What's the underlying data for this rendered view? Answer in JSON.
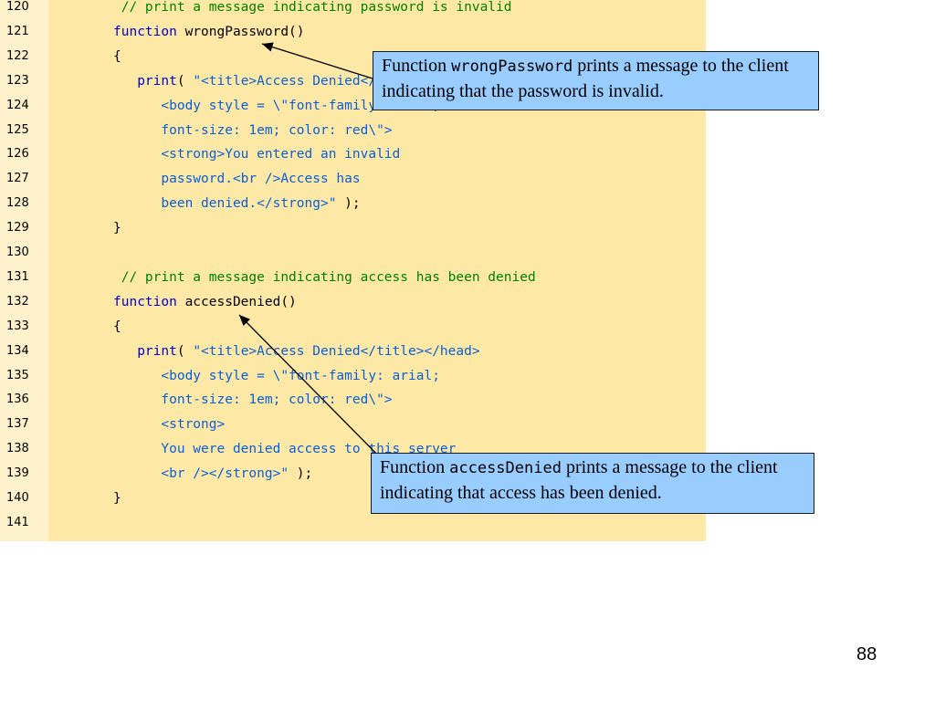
{
  "code": {
    "lines": [
      {
        "num": "120",
        "tokens": [
          {
            "t": " // print a message indicating password is invalid",
            "c": "cm"
          }
        ]
      },
      {
        "num": "121",
        "tokens": [
          {
            "t": "function",
            "c": "kw"
          },
          {
            "t": " wrongPassword()",
            "c": "pl"
          }
        ]
      },
      {
        "num": "122",
        "tokens": [
          {
            "t": "{",
            "c": "pl"
          }
        ]
      },
      {
        "num": "123",
        "tokens": [
          {
            "t": "   print",
            "c": "kw"
          },
          {
            "t": "( ",
            "c": "pl"
          },
          {
            "t": "\"<title>Access Denied</title></head>",
            "c": "str"
          }
        ]
      },
      {
        "num": "124",
        "tokens": [
          {
            "t": "      <body style = \\\"font-family: arial;",
            "c": "str"
          }
        ]
      },
      {
        "num": "125",
        "tokens": [
          {
            "t": "      font-size: 1em; color: red\\\">",
            "c": "str"
          }
        ]
      },
      {
        "num": "126",
        "tokens": [
          {
            "t": "      <strong>You entered an invalid",
            "c": "str"
          }
        ]
      },
      {
        "num": "127",
        "tokens": [
          {
            "t": "      password.<br />Access has",
            "c": "str"
          }
        ]
      },
      {
        "num": "128",
        "tokens": [
          {
            "t": "      been denied.</strong>\"",
            "c": "str"
          },
          {
            "t": " );",
            "c": "pl"
          }
        ]
      },
      {
        "num": "129",
        "tokens": [
          {
            "t": "}",
            "c": "pl"
          }
        ]
      },
      {
        "num": "130",
        "tokens": []
      },
      {
        "num": "131",
        "tokens": [
          {
            "t": " // print a message indicating access has been denied",
            "c": "cm"
          }
        ]
      },
      {
        "num": "132",
        "tokens": [
          {
            "t": "function",
            "c": "kw"
          },
          {
            "t": " accessDenied()",
            "c": "pl"
          }
        ]
      },
      {
        "num": "133",
        "tokens": [
          {
            "t": "{",
            "c": "pl"
          }
        ]
      },
      {
        "num": "134",
        "tokens": [
          {
            "t": "   print",
            "c": "kw"
          },
          {
            "t": "( ",
            "c": "pl"
          },
          {
            "t": "\"<title>Access Denied</title></head>",
            "c": "str"
          }
        ]
      },
      {
        "num": "135",
        "tokens": [
          {
            "t": "      <body style = \\\"font-family: arial;",
            "c": "str"
          }
        ]
      },
      {
        "num": "136",
        "tokens": [
          {
            "t": "      font-size: 1em; color: red\\\">",
            "c": "str"
          }
        ]
      },
      {
        "num": "137",
        "tokens": [
          {
            "t": "      <strong>",
            "c": "str"
          }
        ]
      },
      {
        "num": "138",
        "tokens": [
          {
            "t": "      You were denied access to this server",
            "c": "str"
          }
        ]
      },
      {
        "num": "139",
        "tokens": [
          {
            "t": "      <br /></strong>\"",
            "c": "str"
          },
          {
            "t": " );",
            "c": "pl"
          }
        ]
      },
      {
        "num": "140",
        "tokens": [
          {
            "t": "}",
            "c": "pl"
          }
        ]
      },
      {
        "num": "141",
        "tokens": []
      }
    ]
  },
  "callouts": {
    "wrong_password": {
      "prefix": "Function ",
      "code": "wrongPassword",
      "suffix": " prints a message to the client indicating that the password is invalid."
    },
    "access_denied": {
      "prefix": "Function ",
      "code": "accessDenied",
      "suffix": " prints a message to the client indicating that access has been denied."
    }
  },
  "page_number": "88",
  "colors": {
    "panel": "#fde8a6",
    "callout": "#99ccff",
    "keyword": "#0000d0",
    "string": "#0a5fd8",
    "comment": "#008000"
  }
}
